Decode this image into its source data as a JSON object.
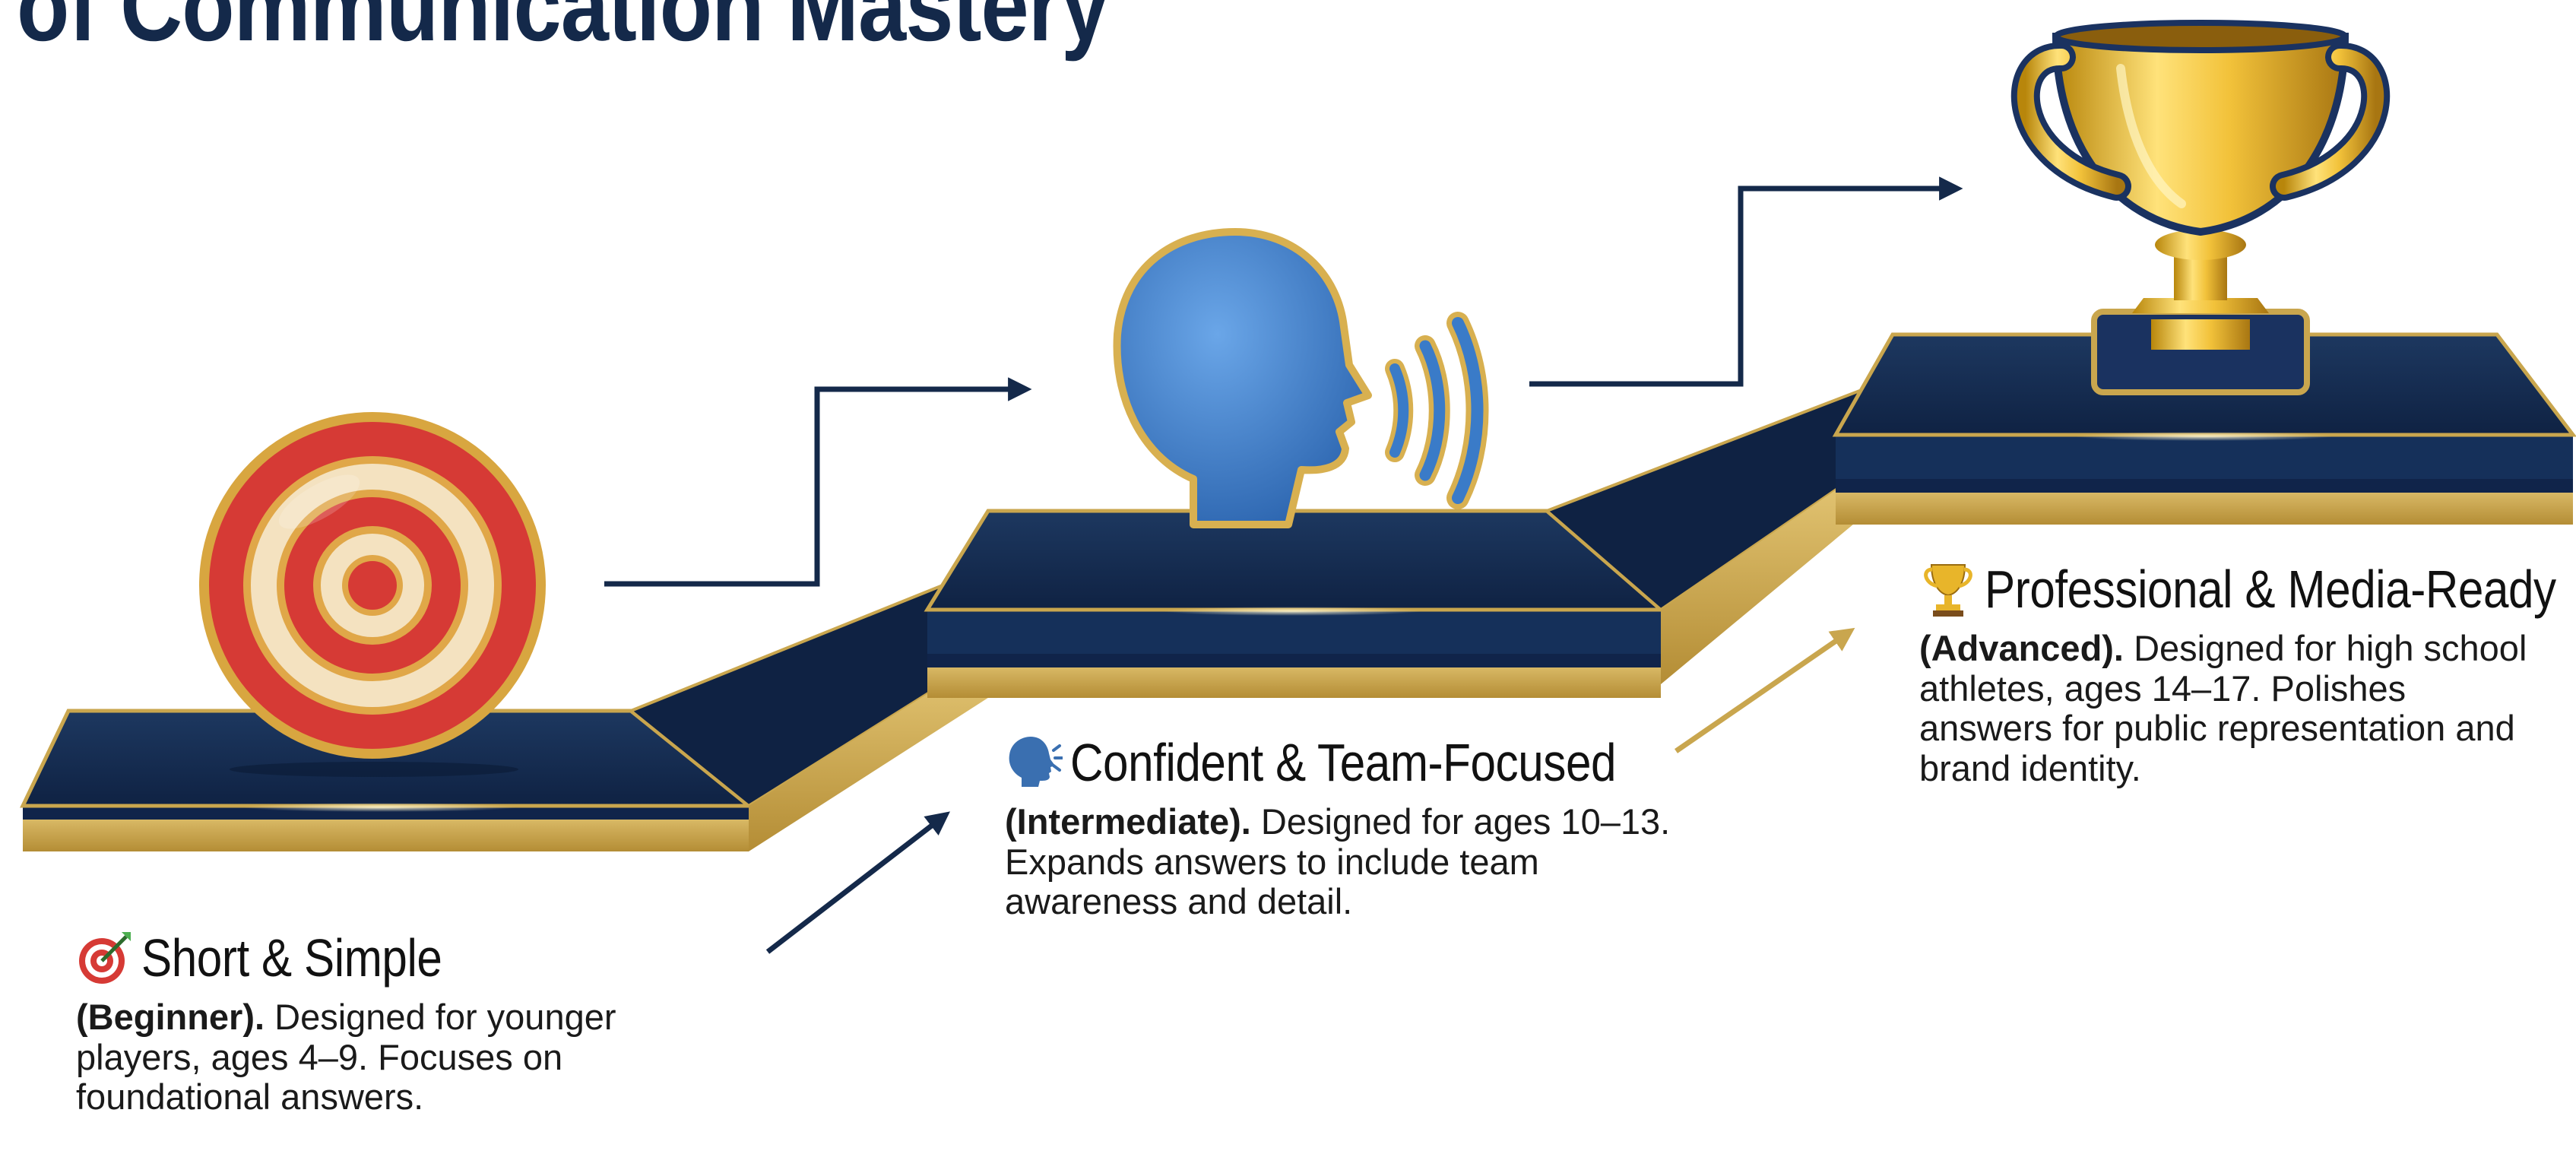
{
  "title": "of Communication Mastery",
  "colors": {
    "navy": "#14294a",
    "gold": "#c9a64e",
    "red": "#d63a35",
    "blue": "#3a7bc8",
    "arrow": "#14294a",
    "arrow_gold": "#c9a64e"
  },
  "stages": [
    {
      "icon": "target-icon",
      "title": "Short & Simple",
      "level": "(Beginner).",
      "description": "Designed for younger players, ages 4–9. Focuses on foundational answers."
    },
    {
      "icon": "speaking-head-icon",
      "title": "Confident & Team-Focused",
      "level": "(Intermediate).",
      "description": "Designed for ages 10–13. Expands answers to include team awareness and detail."
    },
    {
      "icon": "trophy-icon",
      "title": "Professional & Media-Ready",
      "level": "(Advanced).",
      "description": "Designed for high school athletes, ages 14–17. Polishes answers for public representation and brand identity."
    }
  ]
}
